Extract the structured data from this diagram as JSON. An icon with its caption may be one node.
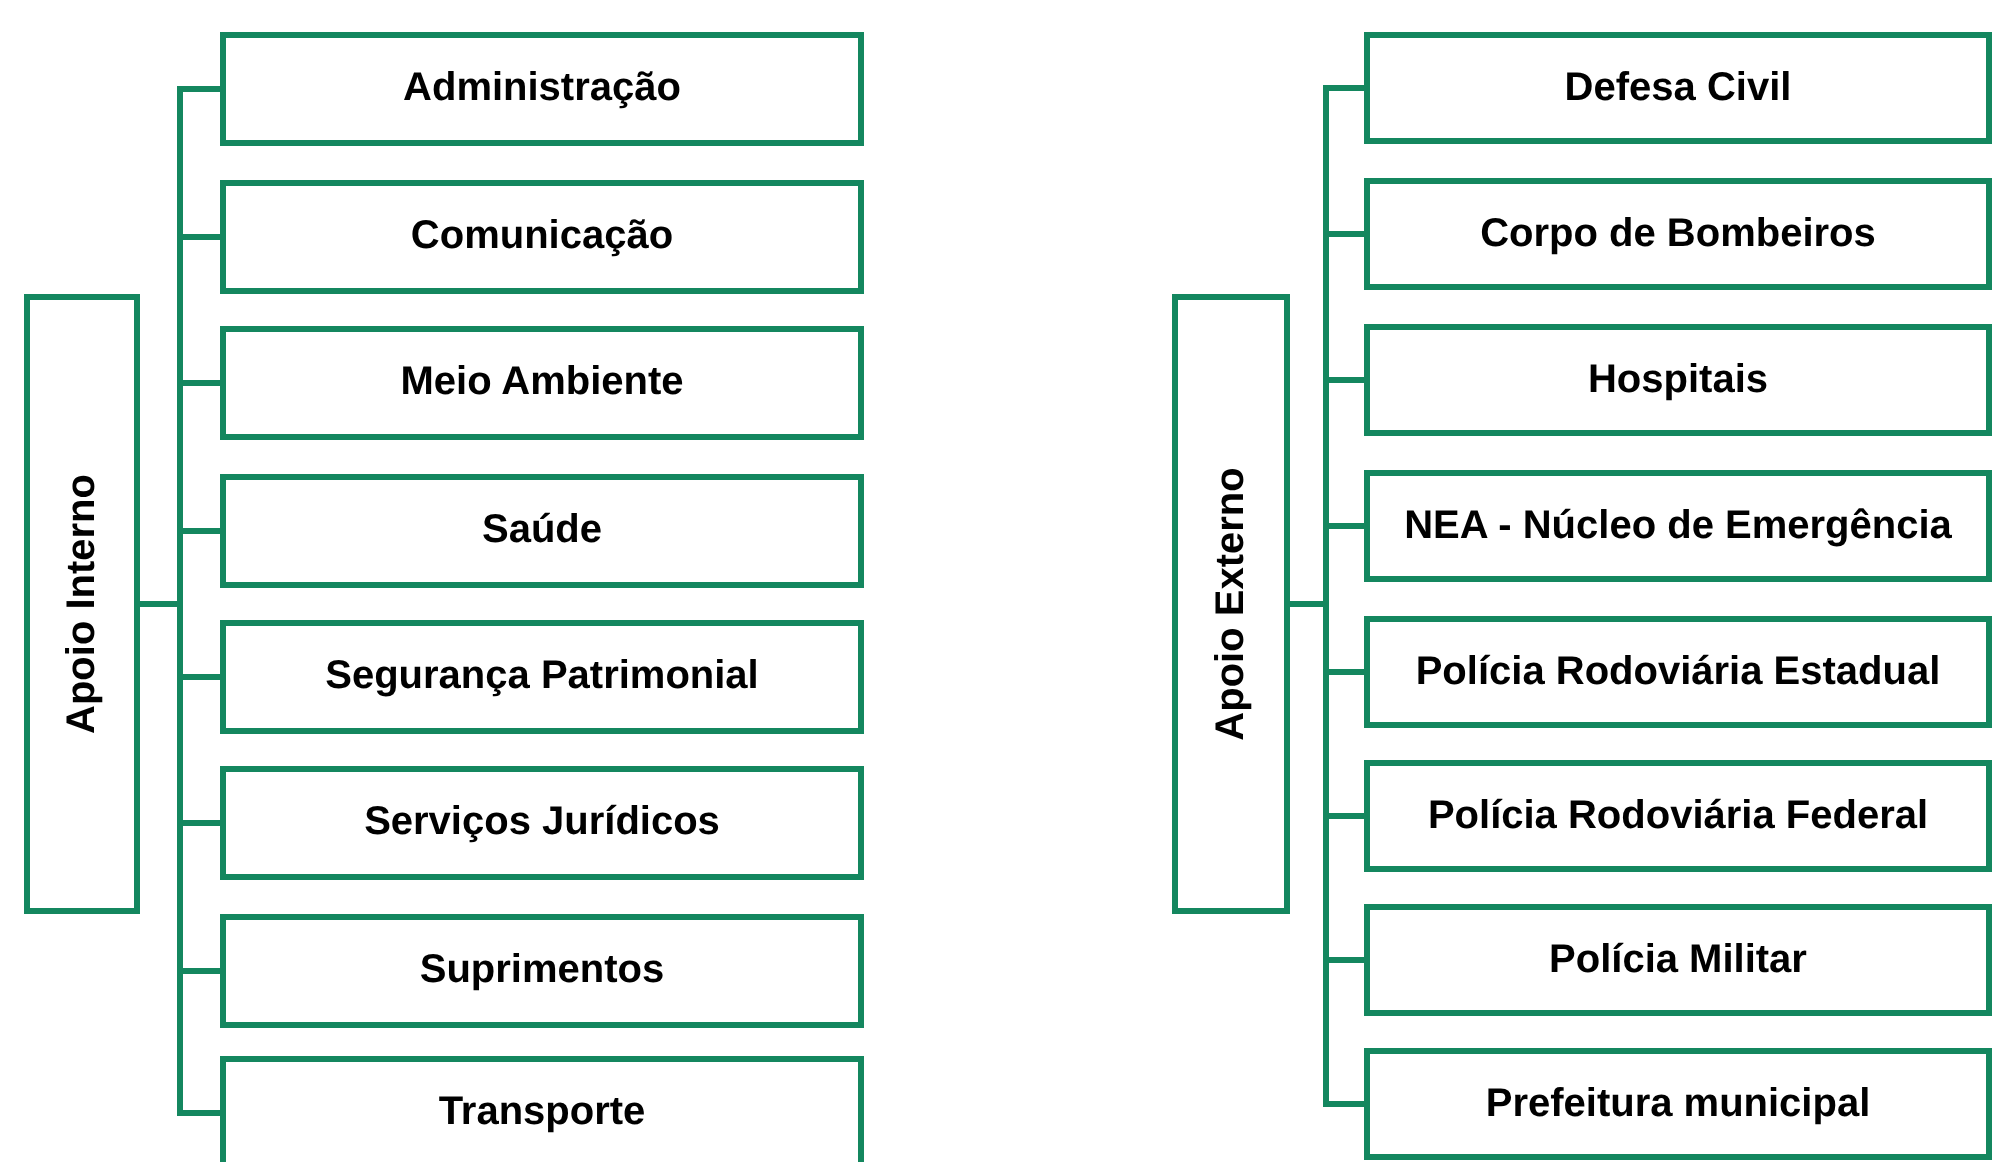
{
  "diagram": {
    "nodes": [
      {
        "text": [
          "Apoio Interno"
        ]
      },
      {
        "text": [
          "Administração"
        ]
      },
      {
        "text": [
          "Comunicação"
        ]
      },
      {
        "text": [
          "Meio Ambiente"
        ]
      },
      {
        "text": [
          "Saúde"
        ]
      },
      {
        "text": [
          "Segurança Patrimonial"
        ]
      },
      {
        "text": [
          "Serviços Jurídicos"
        ]
      },
      {
        "text": [
          "Suprimentos"
        ]
      },
      {
        "text": [
          "Transporte"
        ]
      },
      {
        "text": [
          "Apoio Externo"
        ]
      },
      {
        "text": [
          "Defesa Civil"
        ]
      },
      {
        "text": [
          "Corpo de Bombeiros"
        ]
      },
      {
        "text": [
          "Hospitais"
        ]
      },
      {
        "text": [
          "NEA - Núcleo de Emergência"
        ]
      },
      {
        "text": [
          "Polícia Rodoviária Estadual"
        ]
      },
      {
        "text": [
          "Polícia Rodoviária Federal"
        ]
      },
      {
        "text": [
          "Polícia Militar"
        ]
      },
      {
        "text": [
          "Prefeitura municipal"
        ]
      }
    ],
    "edges": [
      {
        "from": 0,
        "to": 1,
        "arrow": "none"
      },
      {
        "from": 0,
        "to": 2,
        "arrow": "none"
      },
      {
        "from": 0,
        "to": 3,
        "arrow": "none"
      },
      {
        "from": 0,
        "to": 4,
        "arrow": "none"
      },
      {
        "from": 0,
        "to": 5,
        "arrow": "none"
      },
      {
        "from": 0,
        "to": 6,
        "arrow": "none"
      },
      {
        "from": 0,
        "to": 7,
        "arrow": "none"
      },
      {
        "from": 0,
        "to": 8,
        "arrow": "none"
      },
      {
        "from": 9,
        "to": 10,
        "arrow": "none"
      },
      {
        "from": 9,
        "to": 11,
        "arrow": "none"
      },
      {
        "from": 9,
        "to": 12,
        "arrow": "none"
      },
      {
        "from": 9,
        "to": 13,
        "arrow": "none"
      },
      {
        "from": 9,
        "to": 14,
        "arrow": "none"
      },
      {
        "from": 9,
        "to": 15,
        "arrow": "none"
      },
      {
        "from": 9,
        "to": 16,
        "arrow": "none"
      },
      {
        "from": 9,
        "to": 17,
        "arrow": "none"
      }
    ]
  }
}
